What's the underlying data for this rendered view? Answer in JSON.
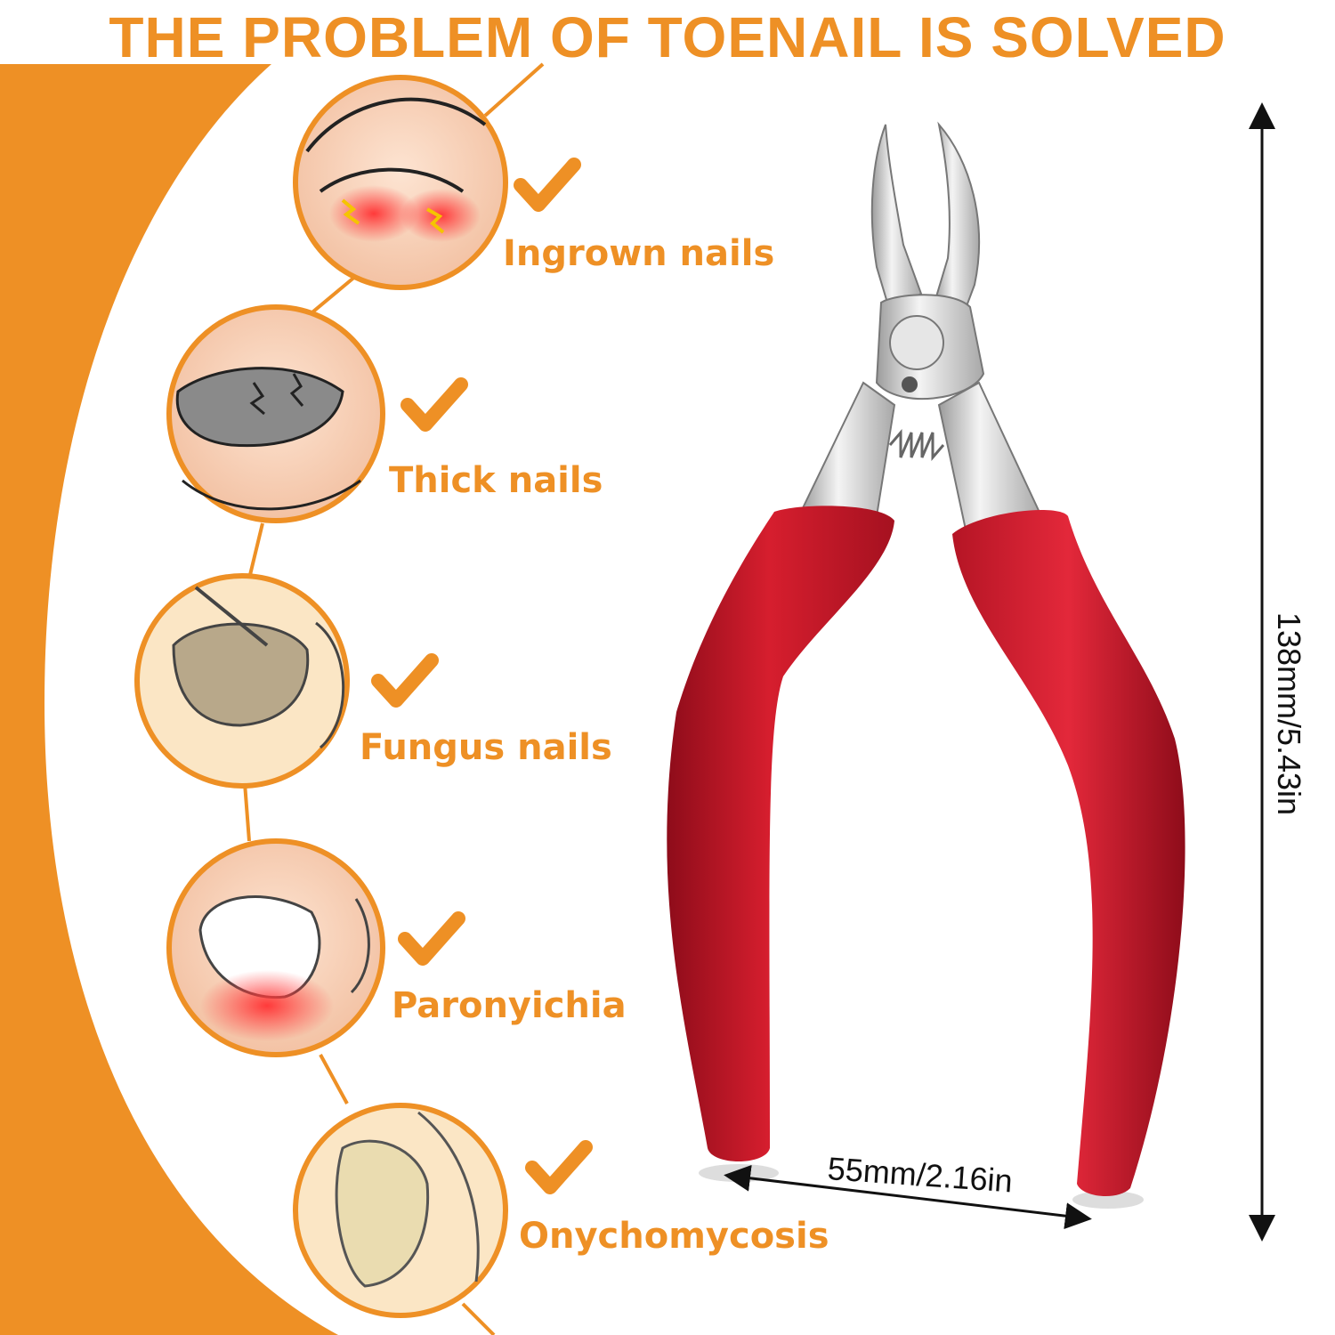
{
  "headline": "THE PROBLEM OF TOENAIL IS SOLVED",
  "conditions": [
    {
      "label": "Ingrown nails",
      "icon": "ingrown-nail-icon"
    },
    {
      "label": "Thick nails",
      "icon": "thick-nail-icon"
    },
    {
      "label": "Fungus nails",
      "icon": "fungus-nail-icon"
    },
    {
      "label": "Paronyichia",
      "icon": "paronychia-icon"
    },
    {
      "label": "Onychomycosis",
      "icon": "onychomycosis-icon"
    }
  ],
  "dimensions": {
    "height": "138mm/5.43in",
    "width": "55mm/2.16in"
  },
  "colors": {
    "accent": "#ee9025",
    "handle": "#c8192b",
    "steel": "#d9d9d9"
  }
}
